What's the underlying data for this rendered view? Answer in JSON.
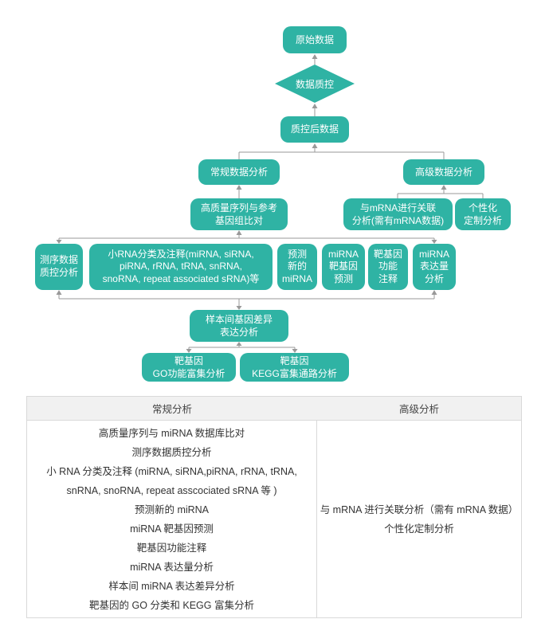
{
  "colors": {
    "node_fill": "#2fb3a4",
    "connector": "#999999",
    "header_bg": "#f1f1f1",
    "table_border": "#d9d9d9",
    "text": "#333333"
  },
  "flowchart": {
    "raw_data": "原始数据",
    "data_qc": "数据质控",
    "post_qc_data": "质控后数据",
    "regular_analysis": "常规数据分析",
    "advanced_analysis": "高级数据分析",
    "genome_alignment": [
      "高质量序列与参考",
      "基因组比对"
    ],
    "mrna_correlation": [
      "与mRNA进行关联",
      "分析(需有mRNA数据)"
    ],
    "custom_analysis": [
      "个性化",
      "定制分析"
    ],
    "seq_qc": [
      "测序数据",
      "质控分析"
    ],
    "srna_classification": [
      "小RNA分类及注释(miRNA, siRNA,",
      "piRNA, rRNA, tRNA, snRNA,",
      "snoRNA, repeat associated sRNA)等"
    ],
    "novel_mirna_prediction": [
      "预测",
      "新的",
      "miRNA"
    ],
    "target_prediction": [
      "miRNA",
      "靶基因",
      "预测"
    ],
    "target_annotation": [
      "靶基因",
      "功能",
      "注释"
    ],
    "expression_analysis": [
      "miRNA",
      "表达量",
      "分析"
    ],
    "diff_expression": [
      "样本间基因差异",
      "表达分析"
    ],
    "go_enrichment": [
      "靶基因",
      "GO功能富集分析"
    ],
    "kegg_enrichment": [
      "靶基因",
      "KEGG富集通路分析"
    ]
  },
  "table": {
    "headers": [
      "常规分析",
      "高级分析"
    ],
    "regular_items": [
      "高质量序列与 miRNA 数据库比对",
      "测序数据质控分析",
      "小 RNA 分类及注释 (miRNA, siRNA,piRNA, rRNA, tRNA,",
      "snRNA, snoRNA, repeat asscociated sRNA 等 )",
      "预测新的 miRNA",
      "miRNA 靶基因预测",
      "靶基因功能注释",
      "miRNA 表达量分析",
      "样本间 miRNA 表达差异分析",
      "靶基因的 GO 分类和 KEGG 富集分析"
    ],
    "advanced_items": [
      "与 mRNA 进行关联分析（需有 mRNA 数据）",
      "个性化定制分析"
    ]
  }
}
